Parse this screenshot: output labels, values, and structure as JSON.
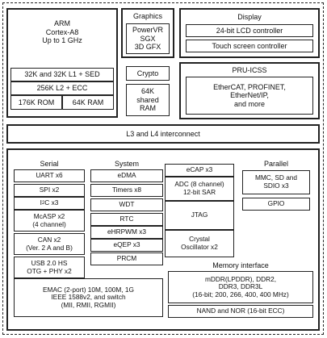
{
  "arm": {
    "line1": "ARM",
    "line2": "Cortex-A8",
    "line3": "Up to 1 GHz"
  },
  "l1": "32K and 32K L1 + SED",
  "l2": "256K L2  + ECC",
  "rom": "176K ROM",
  "ram": "64K RAM",
  "graphics": {
    "title": "Graphics",
    "line1": "PowerVR",
    "line2": "SGX",
    "line3": "3D GFX"
  },
  "crypto": "Crypto",
  "shared_ram": {
    "line1": "64K",
    "line2": "shared",
    "line3": "RAM"
  },
  "display": {
    "title": "Display",
    "lcd": "24-bit LCD controller",
    "touch": "Touch screen controller"
  },
  "pru": {
    "title": "PRU-ICSS",
    "line1": "EtherCAT, PROFINET,",
    "line2": "EtherNet/IP,",
    "line3": "and more"
  },
  "interconnect": "L3 and L4 interconnect",
  "serial": {
    "title": "Serial",
    "uart": "UART x6",
    "spi": "SPI x2",
    "i2c_pre": "I",
    "i2c_sup": "2",
    "i2c_post": "C x3",
    "mcasp1": "McASP x2",
    "mcasp2": "(4 channel)",
    "can1": "CAN x2",
    "can2": "(Ver. 2 A and B)",
    "usb1": "USB 2.0 HS",
    "usb2": "OTG + PHY x2"
  },
  "system": {
    "title": "System",
    "edma": "eDMA",
    "timers": "Timers x8",
    "wdt": "WDT",
    "rtc": "RTC",
    "ehrpwm": "eHRPWM x3",
    "eqep": "eQEP x3",
    "prcm": "PRCM"
  },
  "right_col": {
    "ecap": "eCAP x3",
    "adc1": "ADC (8 channel)",
    "adc2": "12-bit SAR",
    "jtag": "JTAG",
    "osc1": "Crystal",
    "osc2": "Oscillator x2"
  },
  "parallel": {
    "title": "Parallel",
    "mmc1": "MMC, SD and",
    "mmc2": "SDIO x3",
    "gpio": "GPIO"
  },
  "emac": {
    "line1": "EMAC (2-port) 10M, 100M, 1G",
    "line2": "IEEE 1588v2, and switch",
    "line3": "(MII, RMII, RGMII)"
  },
  "memory": {
    "title": "Memory interface",
    "line1": "mDDR(LPDDR), DDR2,",
    "line2": "DDR3, DDR3L",
    "line3": "(16-bit; 200, 266, 400, 400 MHz)",
    "nand": "NAND and NOR (16-bit ECC)"
  }
}
